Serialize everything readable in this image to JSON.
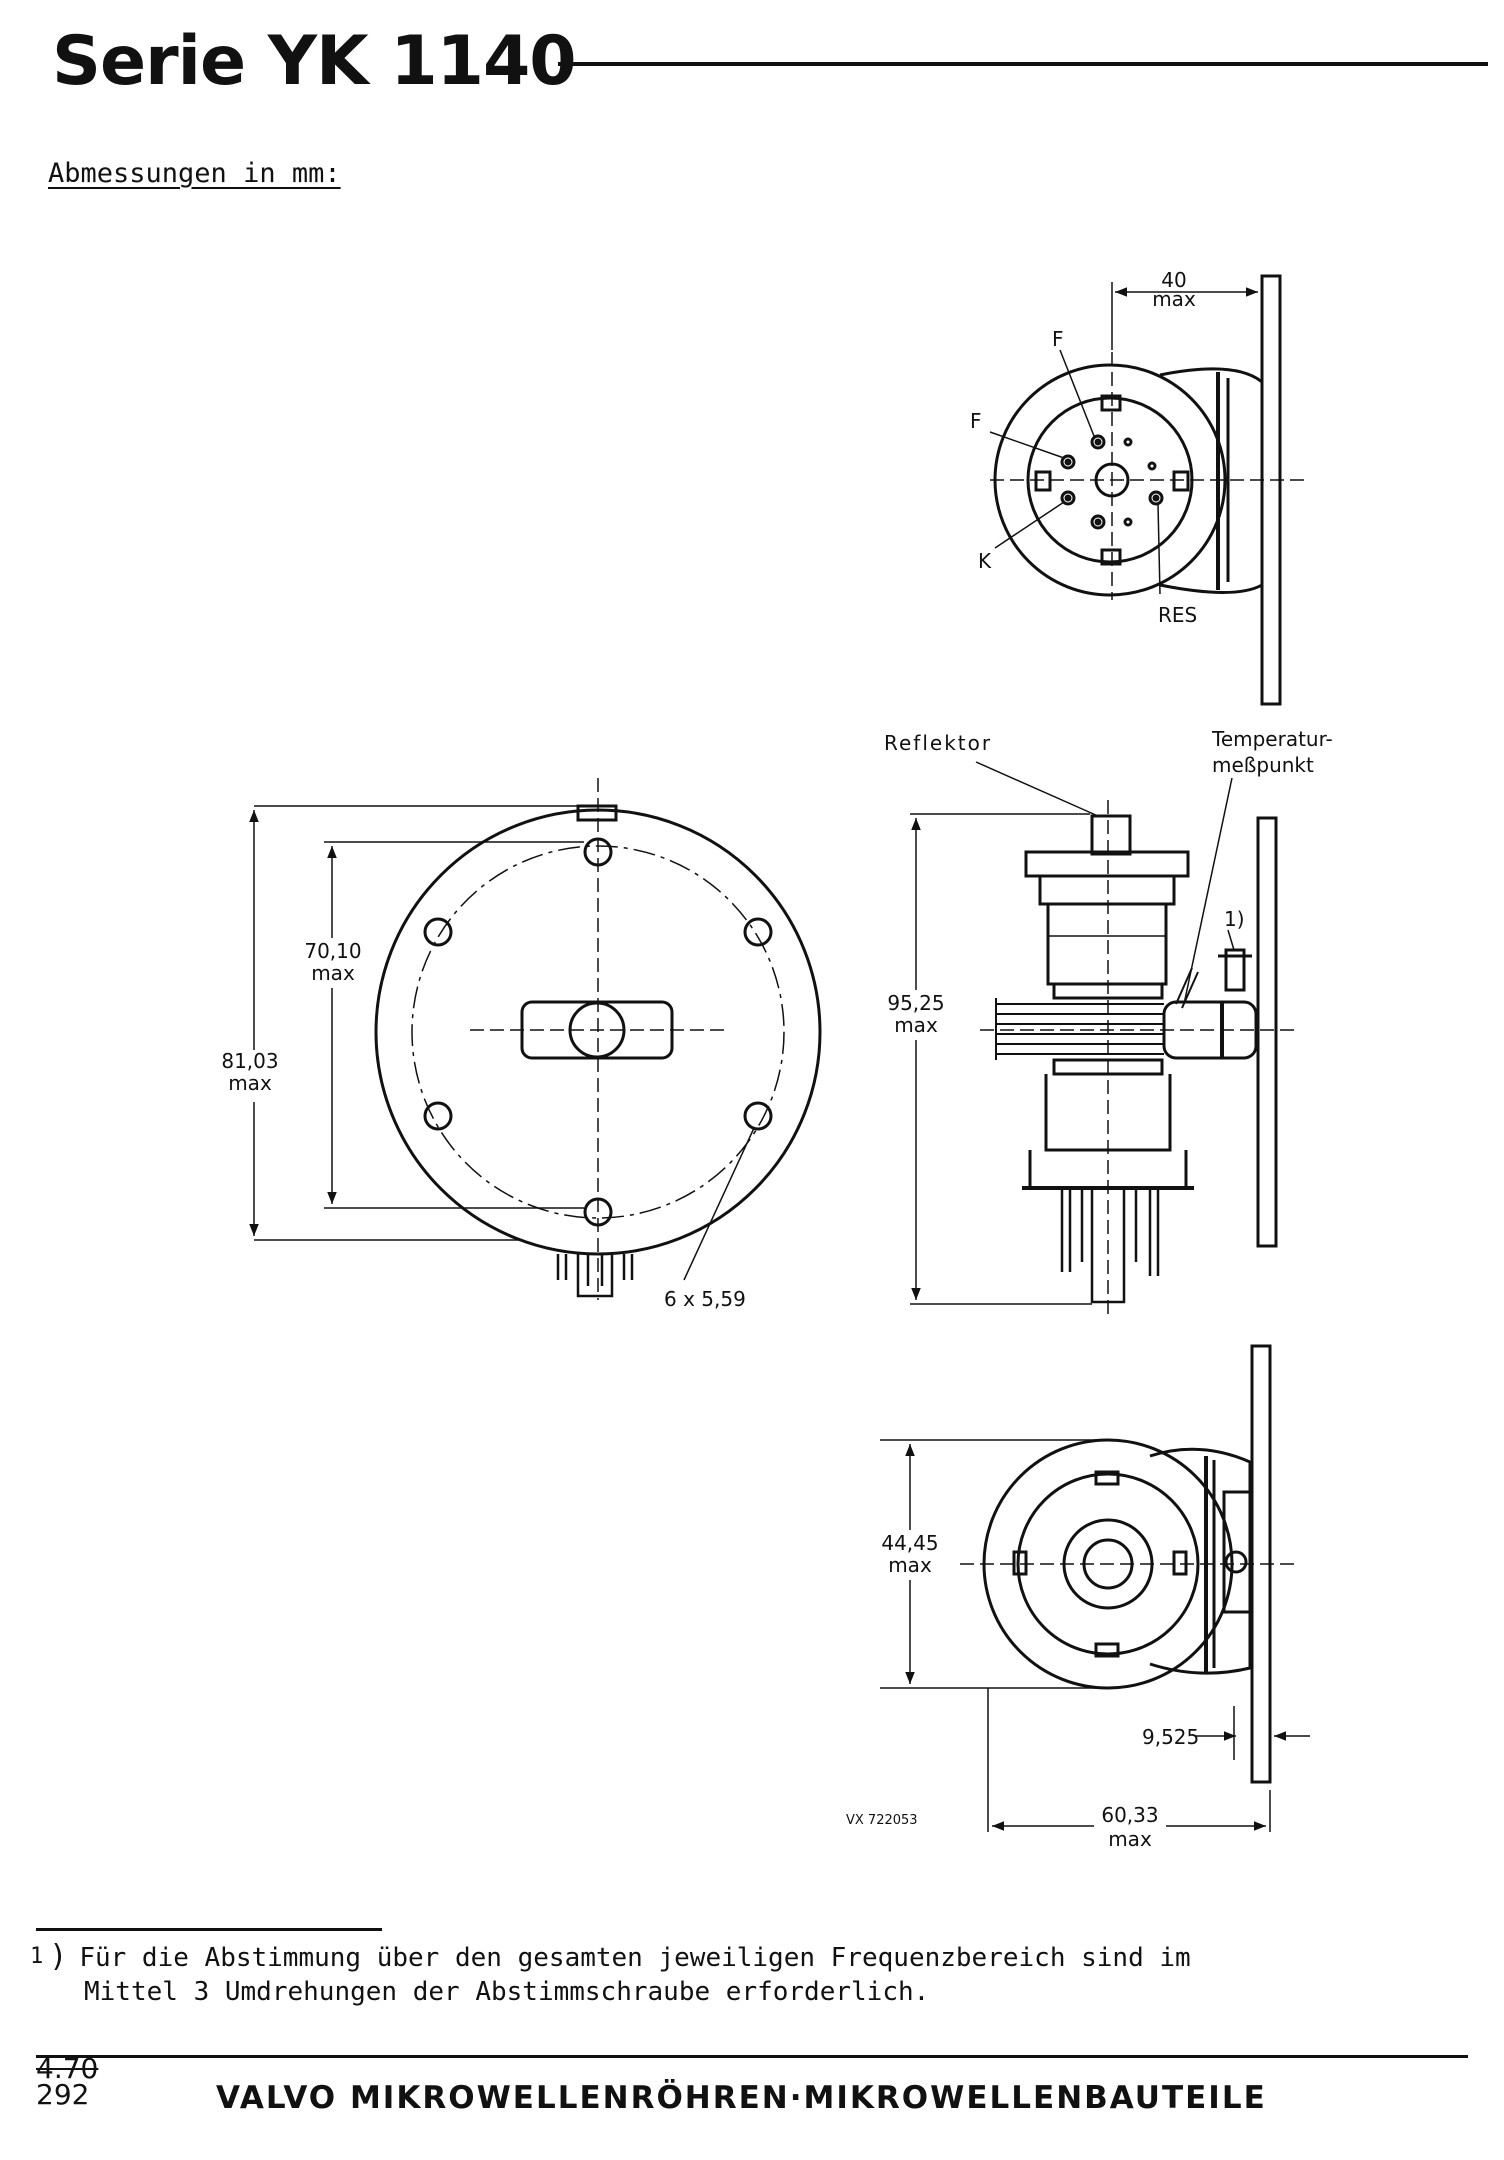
{
  "header": {
    "title": "Serie YK 1140",
    "subheading": "Abmessungen in mm:"
  },
  "drawing": {
    "top_view": {
      "dim_width": "40",
      "dim_width_note": "max",
      "pin_f1": "F",
      "pin_f2": "F",
      "pin_k": "K",
      "pin_res": "RES"
    },
    "front_view": {
      "dim_outer": "81,03",
      "dim_outer_note": "max",
      "dim_inner": "70,10",
      "dim_inner_note": "max",
      "holes": "6 x 5,59"
    },
    "side_view": {
      "reflector": "Reflektor",
      "temp_line1": "Temperatur-",
      "temp_line2": "meßpunkt",
      "footnote_ref": "1)",
      "dim_height": "95,25",
      "dim_height_note": "max"
    },
    "bottom_view": {
      "dim_diameter": "44,45",
      "dim_diameter_note": "max",
      "dim_flange": "9,525",
      "dim_length": "60,33",
      "dim_length_note": "max",
      "drawing_code": "VX 722053"
    }
  },
  "footnote": {
    "mark": "1",
    "line1": "Für die Abstimmung über den gesamten jeweiligen Frequenzbereich sind im",
    "line2": "Mittel 3 Umdrehungen der Abstimmschraube erforderlich."
  },
  "footer": {
    "date": "4.70",
    "page": "292",
    "brand": "VALVO MIKROWELLENRÖHREN·MIKROWELLENBAUTEILE"
  }
}
